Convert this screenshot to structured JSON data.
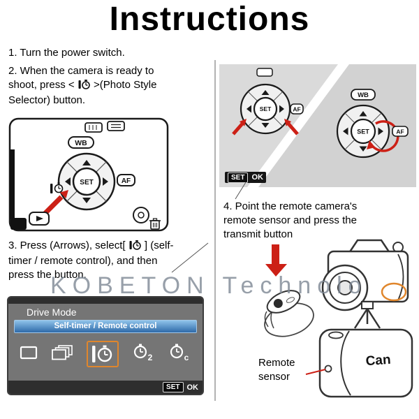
{
  "title": "Instructions",
  "watermark": "KOBETON Technolo",
  "steps": {
    "s1": "1. Turn the power switch.",
    "s2_pre": "2. When the camera is ready to shoot, press < ",
    "s2_post": " >(Photo Style Selector) button.",
    "s3_pre": "3. Press (Arrows), select[ ",
    "s3_post": " ] (self-timer / remote control), and then press the button.",
    "s4": "4. Point the remote camera's remote sensor and press the transmit button"
  },
  "labels": {
    "wb": "WB",
    "af": "AF",
    "set": "SET",
    "ok": "OK",
    "drive_mode": "Drive Mode",
    "self_timer_remote": "Self-timer / Remote control",
    "timer_2": "2",
    "timer_c": "c",
    "remote_sensor": "Remote sensor",
    "canon_partial": "Can"
  },
  "colors": {
    "arrow_red": "#cc2016",
    "highlight_orange": "#e0862c",
    "selected_bar_blue": "#2e6aa9",
    "lcd_gray": "#757575"
  }
}
